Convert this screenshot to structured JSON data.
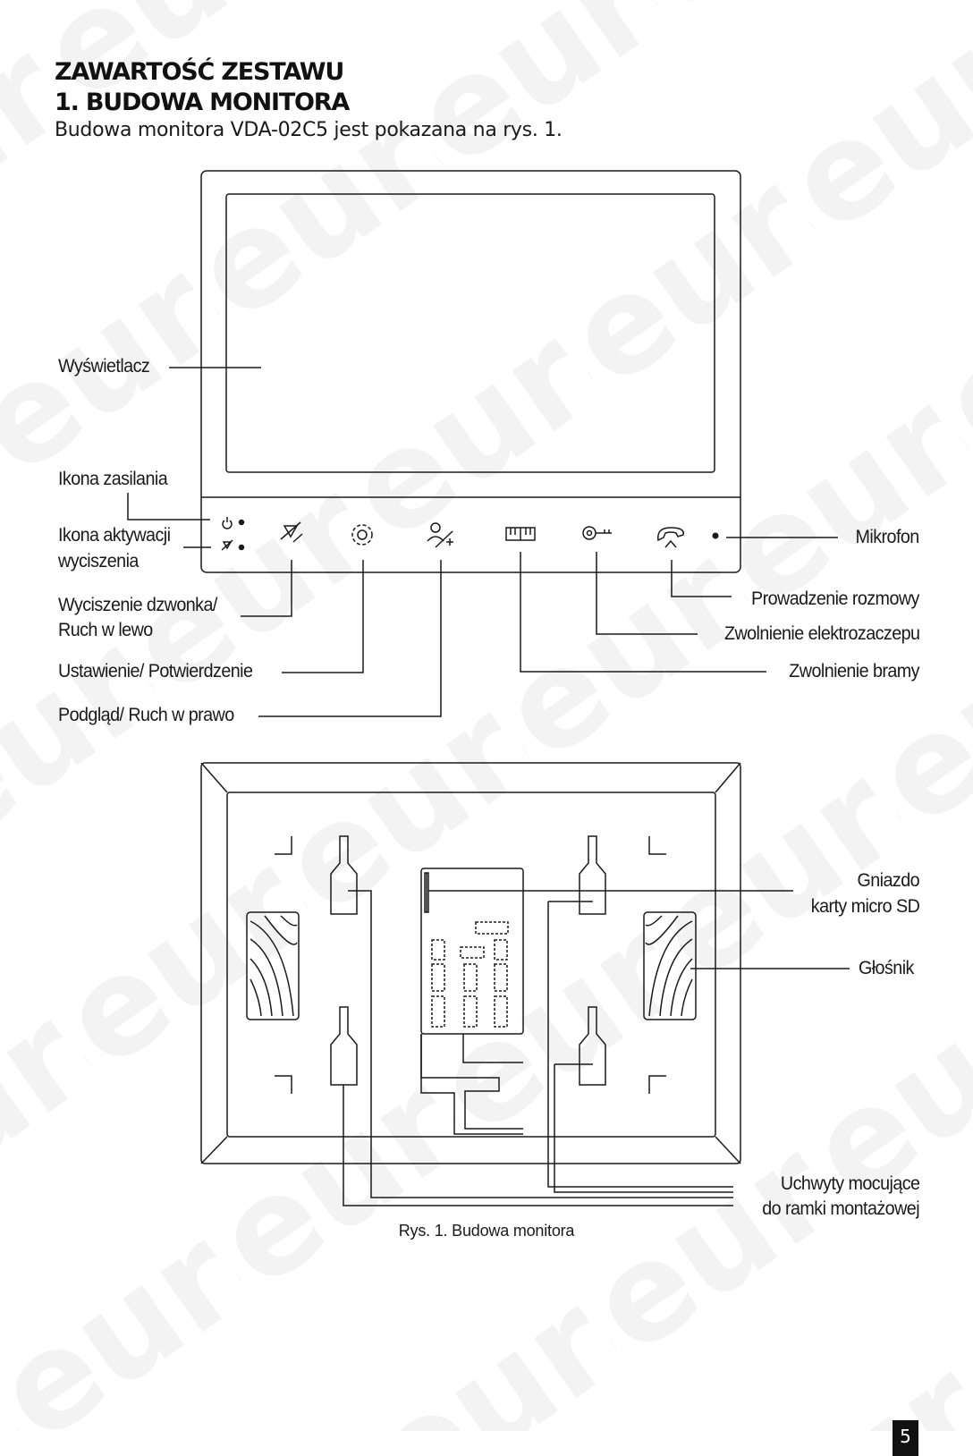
{
  "heading": {
    "line1": "ZAWARTOŚĆ ZESTAWU",
    "line2": "1. BUDOWA MONITORA"
  },
  "intro": "Budowa monitora VDA-02C5  jest pokazana na rys. 1.",
  "front_labels": {
    "display": "Wyświetlacz",
    "power_icon": "Ikona zasilania",
    "mute_icon_line1": "Ikona aktywacji",
    "mute_icon_line2": "wyciszenia",
    "mute_left_line1": "Wyciszenie dzwonka/",
    "mute_left_line2": "Ruch w lewo",
    "settings": "Ustawienie/ Potwierdzenie",
    "preview": "Podgląd/ Ruch w prawo",
    "microphone": "Mikrofon",
    "talk": "Prowadzenie rozmowy",
    "lock_release": "Zwolnienie elektrozaczepu",
    "gate_release": "Zwolnienie bramy"
  },
  "back_labels": {
    "sd_line1": "Gniazdo",
    "sd_line2": "karty micro SD",
    "speaker": "Głośnik",
    "mount_line1": "Uchwyty mocujące",
    "mount_line2": "do ramki montażowej"
  },
  "caption": "Rys. 1. Budowa monitora",
  "page_number": "5",
  "colors": {
    "ink": "#1a1a1a",
    "watermark": "#f4f4f4"
  }
}
